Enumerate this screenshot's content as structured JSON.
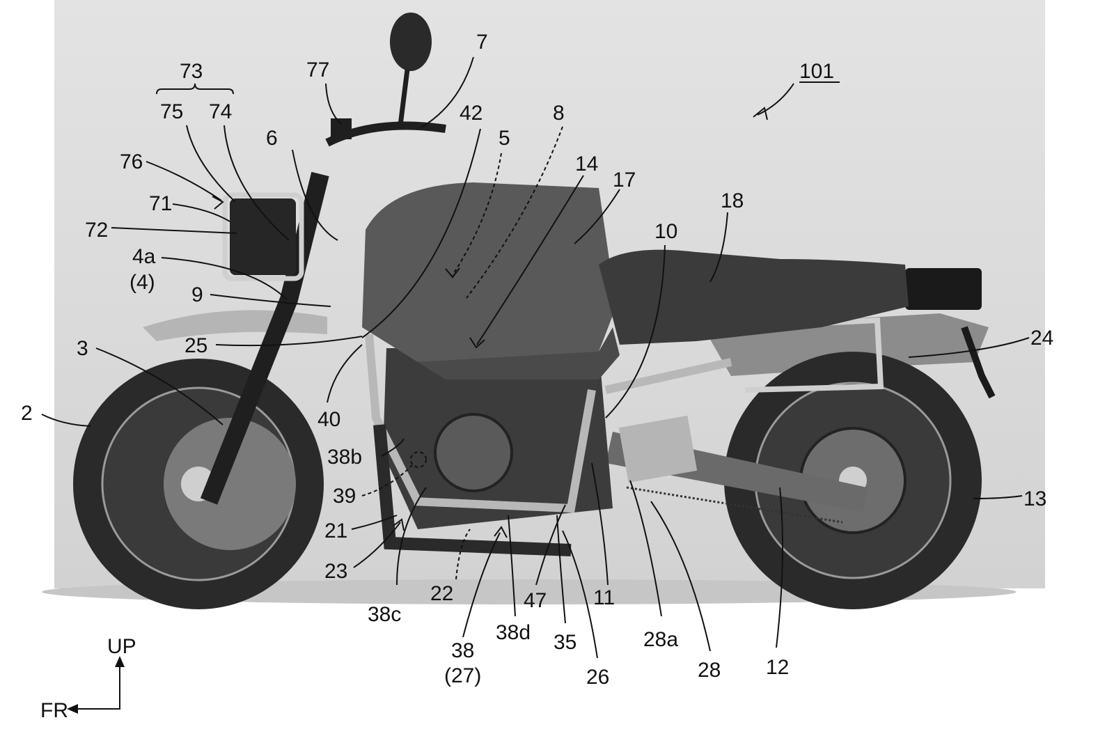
{
  "figure": {
    "main_ref": "101",
    "direction": {
      "up": "UP",
      "front": "FR"
    },
    "labels": {
      "l73": "73",
      "l75": "75",
      "l74": "74",
      "l77": "77",
      "l7": "7",
      "l42": "42",
      "l5": "5",
      "l8": "8",
      "l6": "6",
      "l76": "76",
      "l71": "71",
      "l72": "72",
      "l4a": "4a",
      "l4": "(4)",
      "l9": "9",
      "l14": "14",
      "l17": "17",
      "l18": "18",
      "l10": "10",
      "l25": "25",
      "l3": "3",
      "l2": "2",
      "l40": "40",
      "l24": "24",
      "l38b": "38b",
      "l39": "39",
      "l21": "21",
      "l23": "23",
      "l13": "13",
      "l38c": "38c",
      "l22": "22",
      "l47": "47",
      "l11": "11",
      "l38d": "38d",
      "l35": "35",
      "l28a": "28a",
      "l38": "38",
      "l27": "(27)",
      "l26": "26",
      "l28": "28",
      "l12": "12"
    }
  }
}
